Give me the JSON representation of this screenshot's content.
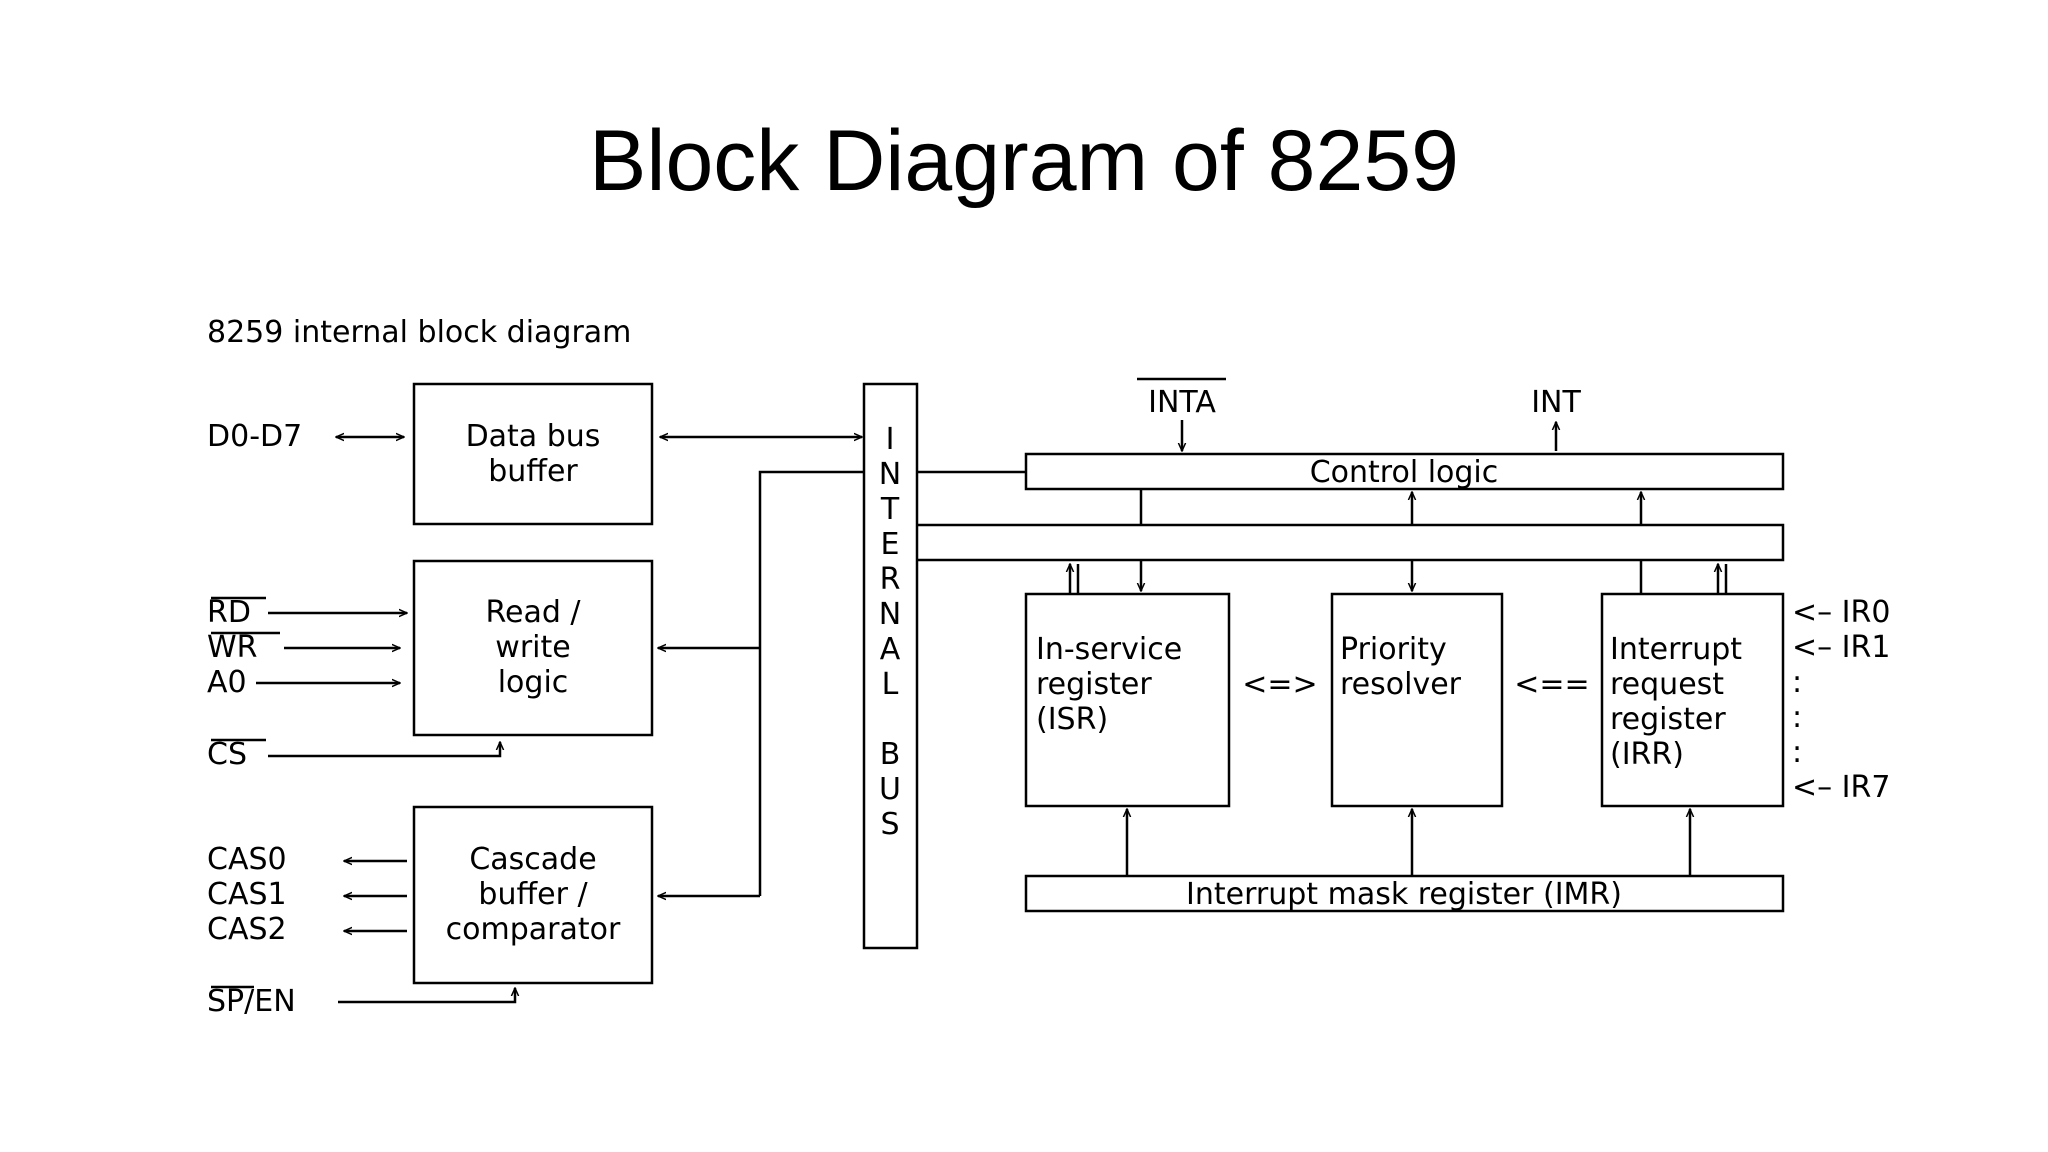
{
  "slide": {
    "title": "Block Diagram of 8259"
  },
  "diagram": {
    "caption": "8259 internal block diagram",
    "blocks": {
      "data_bus_buffer": [
        "Data bus",
        "buffer"
      ],
      "read_write_logic": [
        "Read /",
        "write",
        "logic"
      ],
      "cascade_buffer": [
        "Cascade",
        "buffer /",
        "comparator"
      ],
      "internal_bus": [
        "I",
        "N",
        "T",
        "E",
        "R",
        "N",
        "A",
        "L",
        "",
        "B",
        "U",
        "S"
      ],
      "control_logic": "Control logic",
      "isr": [
        "In-service",
        "register",
        "(ISR)"
      ],
      "priority_resolver": [
        "Priority",
        "resolver"
      ],
      "irr": [
        "Interrupt",
        "request",
        "register",
        "(IRR)"
      ],
      "imr": "Interrupt mask register (IMR)"
    },
    "signals": {
      "d0_d7": "D0-D7",
      "rd": "RD",
      "wr": "WR",
      "a0": "A0",
      "cs": "CS",
      "cas0": "CAS0",
      "cas1": "CAS1",
      "cas2": "CAS2",
      "sp_en": "SP/EN",
      "inta": "INTA",
      "int": "INT",
      "ir0": "<– IR0",
      "ir1": "<– IR1",
      "ir_dots": [
        ":",
        ":",
        ":"
      ],
      "ir7": "<– IR7"
    },
    "links": {
      "isr_priority": "<=>",
      "priority_irr": "<=="
    }
  }
}
